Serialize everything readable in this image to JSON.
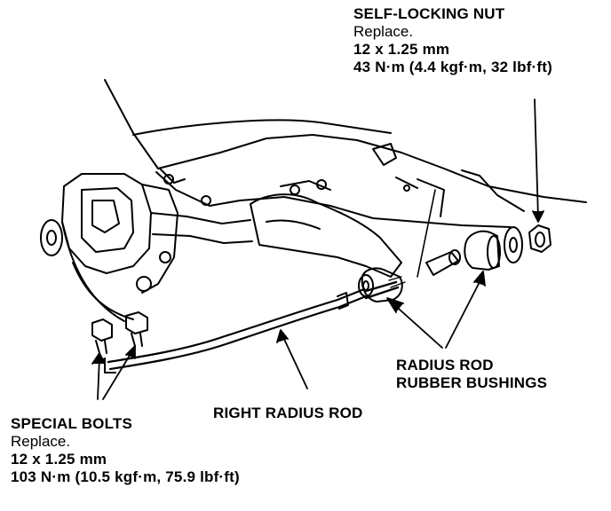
{
  "colors": {
    "ink": "#000000",
    "paper": "#ffffff"
  },
  "self_locking_nut": {
    "title": "SELF-LOCKING NUT",
    "note": "Replace.",
    "size": "12 x 1.25 mm",
    "torque": "43 N·m (4.4 kgf·m, 32 lbf·ft)"
  },
  "special_bolts": {
    "title": "SPECIAL BOLTS",
    "note": "Replace.",
    "size": "12 x 1.25 mm",
    "torque": "103 N·m (10.5 kgf·m, 75.9 lbf·ft)"
  },
  "right_radius_rod": {
    "label": "RIGHT RADIUS ROD"
  },
  "rubber_bushings": {
    "line1": "RADIUS ROD",
    "line2": "RUBBER BUSHINGS"
  }
}
